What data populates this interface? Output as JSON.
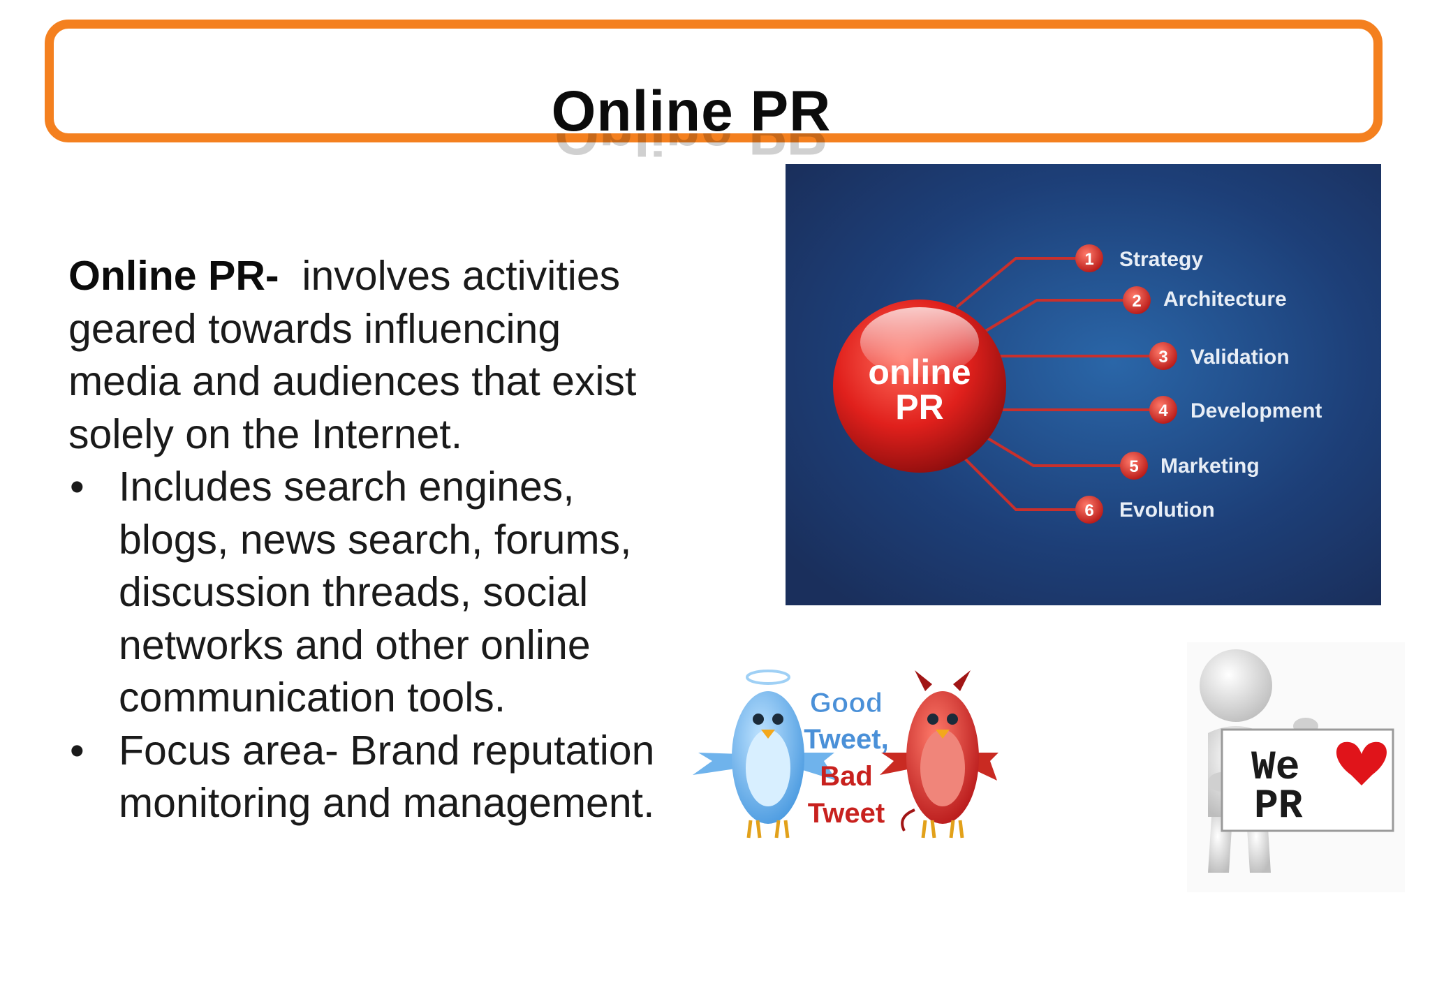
{
  "title": "Online PR",
  "intro": {
    "term": "Online PR-",
    "text": "involves activities geared towards influencing media and audiences that exist solely on the Internet."
  },
  "bullets": [
    "Includes search engines, blogs, news search, forums, discussion threads, social networks and other online communication tools.",
    "Focus area- Brand reputation monitoring and management."
  ],
  "diagram": {
    "center_line1": "online",
    "center_line2": "PR",
    "steps": [
      {
        "num": "1",
        "label": "Strategy"
      },
      {
        "num": "2",
        "label": "Architecture"
      },
      {
        "num": "3",
        "label": "Validation"
      },
      {
        "num": "4",
        "label": "Development"
      },
      {
        "num": "5",
        "label": "Marketing"
      },
      {
        "num": "6",
        "label": "Evolution"
      }
    ]
  },
  "birds_text": {
    "good": "Good",
    "tweet1": "Tweet,",
    "bad": "Bad",
    "tweet2": "Tweet"
  },
  "sign": {
    "we": "We",
    "pr": "PR"
  },
  "colors": {
    "border": "#f4801f",
    "diagram_bg": "#1f4174",
    "accent_red": "#d42020",
    "good_blue": "#4a90d8",
    "bad_red": "#c8211e"
  }
}
